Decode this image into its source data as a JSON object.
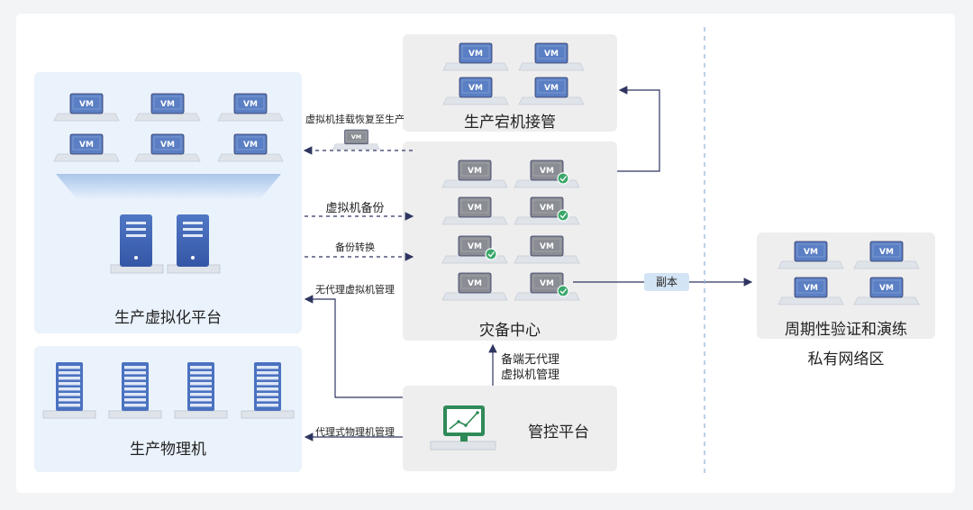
{
  "panels": {
    "production_virtualization": "生产虚拟化平台",
    "production_physical": "生产物理机",
    "production_takeover": "生产宕机接管",
    "dr_center": "灾备中心",
    "control_platform": "管控平台",
    "periodic_verification": "周期性验证和演练",
    "private_zone": "私有网络区"
  },
  "arrows": {
    "vm_mount_restore": "虚拟机挂载恢复至生产",
    "vm_backup": "虚拟机备份",
    "backup_convert": "备份转换",
    "agentless_vm_mgmt": "无代理虚拟机管理",
    "agent_physical_mgmt": "代理式物理机管理",
    "backup_agentless_line1": "备端无代理",
    "backup_agentless_line2": "虚拟机管理",
    "replica": "副本"
  },
  "vm_label": "VM",
  "colors": {
    "vm_blue": "#5b7fc4",
    "vm_gray": "#8a8d93",
    "arrow": "#2f3560",
    "check": "#3aa86b",
    "divider": "#8fb2db"
  }
}
